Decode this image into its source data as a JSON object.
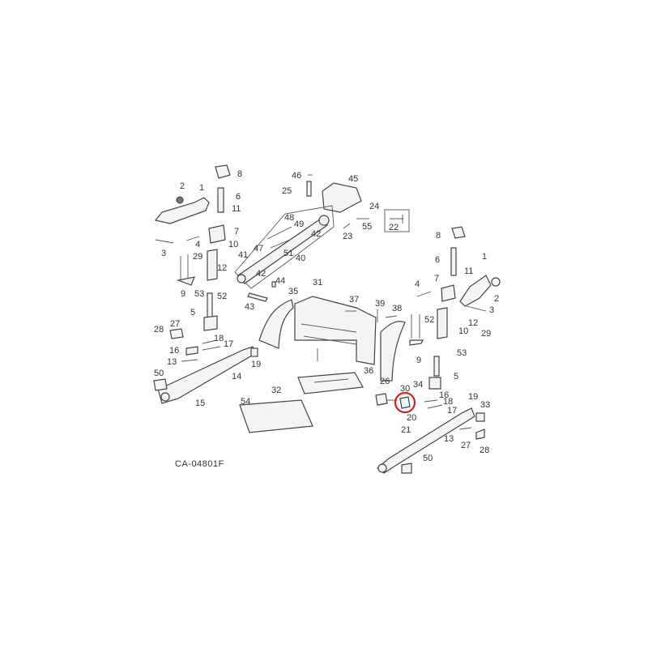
{
  "diagram": {
    "drawing_code": "CA-04801F",
    "highlight_color": "#d42020",
    "highlighted_part": "30",
    "labels": {
      "l_2": "2",
      "l_1": "1",
      "l_8": "8",
      "l_6": "6",
      "l_11": "11",
      "l_7": "7",
      "l_3": "3",
      "l_4": "4",
      "l_10": "10",
      "l_29": "29",
      "l_12": "12",
      "l_9": "9",
      "l_53": "53",
      "l_52": "52",
      "l_5": "5",
      "l_27": "27",
      "l_28": "28",
      "l_18": "18",
      "l_17": "17",
      "l_16": "16",
      "l_13": "13",
      "l_19": "19",
      "l_50": "50",
      "l_14": "14",
      "l_15": "15",
      "c_46": "46",
      "c_45": "45",
      "c_25": "25",
      "c_24": "24",
      "c_48": "48",
      "c_49": "49",
      "c_42a": "42",
      "c_22": "22",
      "c_55": "55",
      "c_23": "23",
      "c_47": "47",
      "c_51": "51",
      "c_40": "40",
      "c_41": "41",
      "c_42b": "42",
      "c_44": "44",
      "c_43": "43",
      "c_35": "35",
      "c_31": "31",
      "c_37": "37",
      "c_39": "39",
      "c_38": "38",
      "c_36": "36",
      "c_32": "32",
      "c_54": "54",
      "r_8": "8",
      "r_6": "6",
      "r_1": "1",
      "r_11": "11",
      "r_7": "7",
      "r_4": "4",
      "r_2": "2",
      "r_3": "3",
      "r_52": "52",
      "r_12": "12",
      "r_10": "10",
      "r_29": "29",
      "r_53": "53",
      "r_9": "9",
      "r_5": "5",
      "r_26": "26",
      "r_30": "30",
      "r_34": "34",
      "r_16": "16",
      "r_18": "18",
      "r_19": "19",
      "r_33": "33",
      "r_17": "17",
      "r_20": "20",
      "r_21": "21",
      "r_13": "13",
      "r_27": "27",
      "r_28": "28",
      "r_50": "50"
    }
  }
}
